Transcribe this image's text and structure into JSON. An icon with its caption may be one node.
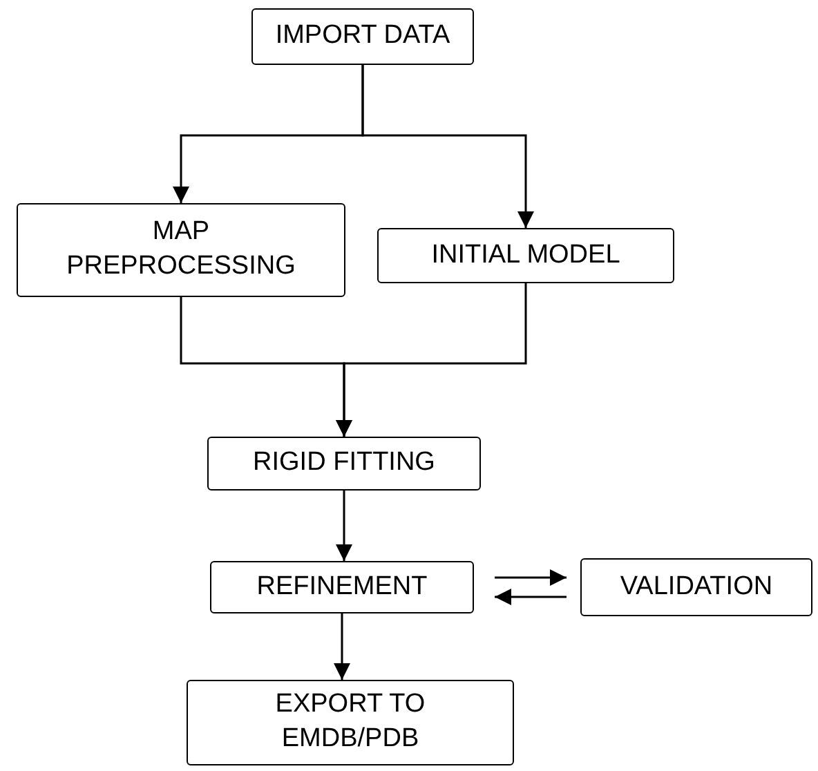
{
  "diagram": {
    "nodes": [
      {
        "text": [
          "IMPORT DATA"
        ]
      },
      {
        "text": [
          "MAP PREPROCESSING"
        ]
      },
      {
        "text": [
          "INITIAL MODEL"
        ]
      },
      {
        "text": [
          "RIGID FITTING"
        ]
      },
      {
        "text": [
          "REFINEMENT"
        ]
      },
      {
        "text": [
          "VALIDATION"
        ]
      },
      {
        "text": [
          "EXPORT TO EMDB/PDB"
        ]
      }
    ],
    "edges": [
      {
        "from": 0,
        "to": 1,
        "arrow": "to"
      },
      {
        "from": 0,
        "to": 2,
        "arrow": "to"
      },
      {
        "from": 1,
        "to": 3,
        "arrow": "to"
      },
      {
        "from": 2,
        "to": 3,
        "arrow": "to"
      },
      {
        "from": 3,
        "to": 4,
        "arrow": "to"
      },
      {
        "from": 4,
        "to": 5,
        "arrow": "to"
      },
      {
        "from": 5,
        "to": 4,
        "arrow": "to"
      },
      {
        "from": 4,
        "to": 6,
        "arrow": "to"
      }
    ]
  }
}
